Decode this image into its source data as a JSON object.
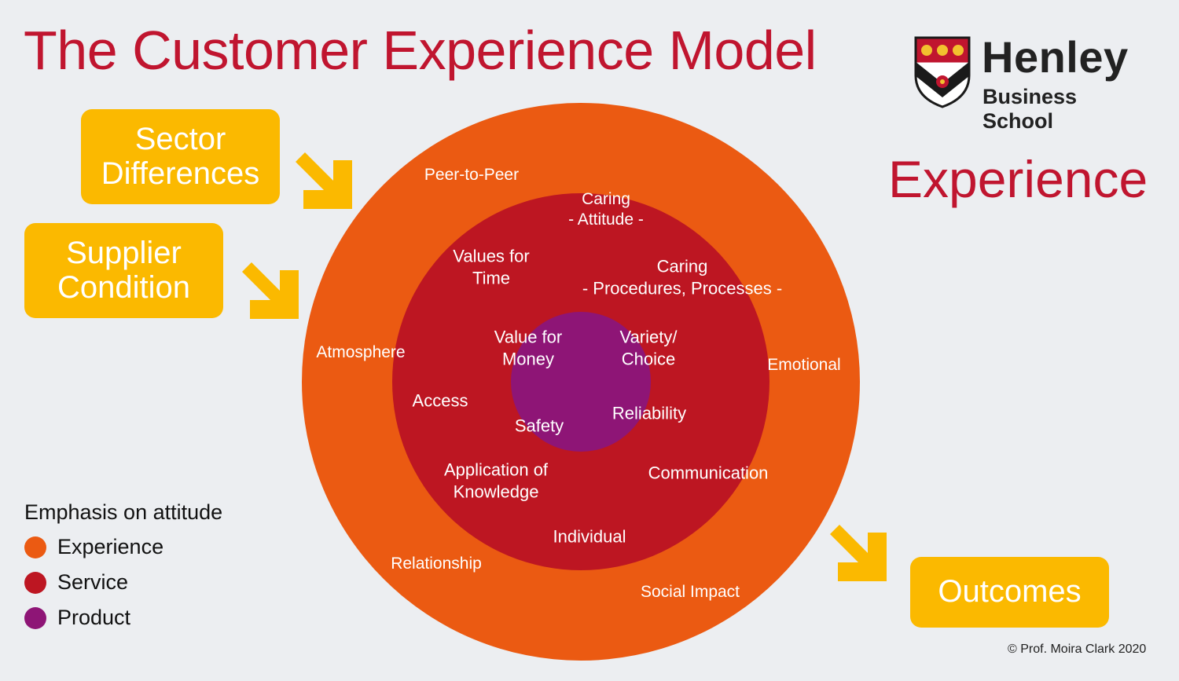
{
  "title": "The Customer Experience Model",
  "logo": {
    "name": "Henley",
    "subtitle": "Business School"
  },
  "experience_heading": "Experience",
  "inputs": {
    "sector": [
      "Sector",
      "Differences"
    ],
    "supplier": [
      "Supplier",
      "Condition"
    ]
  },
  "outcomes": "Outcomes",
  "rings": {
    "experience": {
      "color": "#eb5a12",
      "labels": [
        "Peer-to-Peer",
        "Atmosphere",
        "Emotional",
        "Relationship",
        "Social Impact"
      ]
    },
    "service": {
      "color": "#bd1622",
      "labels": [
        [
          "Caring",
          "- Attitude -"
        ],
        [
          "Values for",
          "Time"
        ],
        [
          "Caring",
          "- Procedures, Processes -"
        ],
        [
          "Access"
        ],
        [
          "Application of",
          "Knowledge"
        ],
        [
          "Communication"
        ],
        [
          "Individual"
        ]
      ]
    },
    "product": {
      "color": "#8e1576",
      "labels": [
        [
          "Value for",
          "Money"
        ],
        [
          "Variety/",
          "Choice"
        ],
        [
          "Safety"
        ],
        [
          "Reliability"
        ]
      ]
    }
  },
  "legend": {
    "title": "Emphasis on attitude",
    "items": [
      {
        "label": "Experience",
        "color": "#eb5a12"
      },
      {
        "label": "Service",
        "color": "#bd1622"
      },
      {
        "label": "Product",
        "color": "#8e1576"
      }
    ]
  },
  "colors": {
    "accent": "#c0152f",
    "box": "#fbb900",
    "background": "#eceef1"
  },
  "copyright": "© Prof. Moira Clark 2020"
}
